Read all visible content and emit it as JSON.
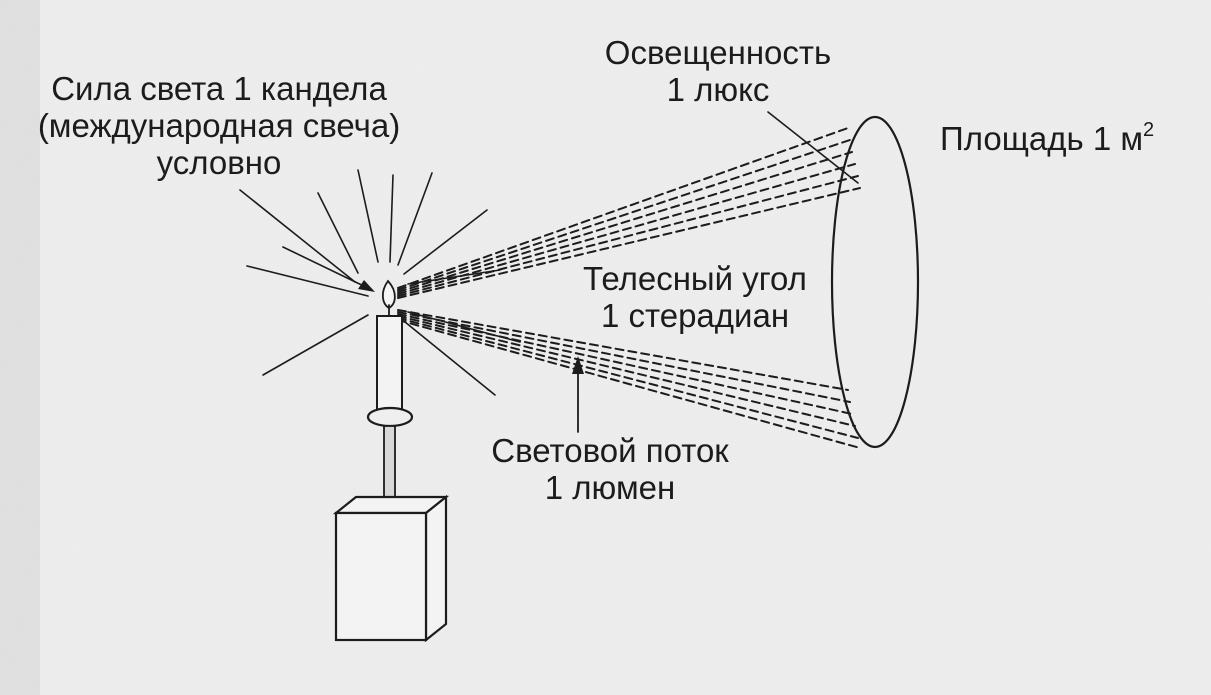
{
  "labels": {
    "luminous_intensity": {
      "line1": "Сила света 1 кандела",
      "line2": "(международная свеча)",
      "line3": "условно"
    },
    "illuminance": {
      "line1": "Освещенность",
      "line2": "1 люкс"
    },
    "area": {
      "text": "Площадь 1 м",
      "superscript": "2"
    },
    "solid_angle": {
      "line1": "Телесный угол",
      "line2": "1 стерадиан"
    },
    "luminous_flux": {
      "line1": "Световой поток",
      "line2": "1 люмен"
    }
  },
  "colors": {
    "background": "#efefef",
    "ink": "#1c1c1c"
  }
}
